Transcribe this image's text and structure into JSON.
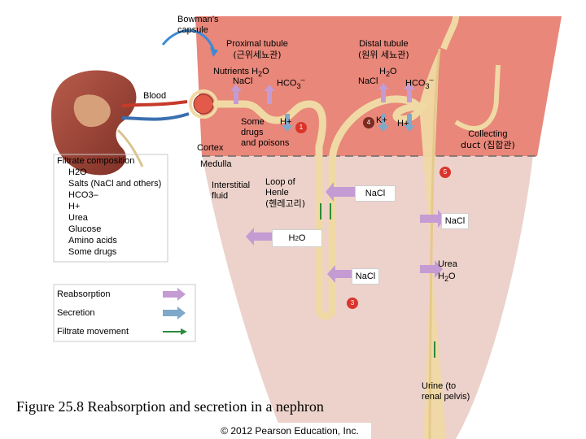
{
  "colors": {
    "cortex_fill": "#e8877a",
    "medulla_fill": "#ecd2ca",
    "tubule": "#f0d9a4",
    "reabsorption_arrow": "#c49bd3",
    "secretion_arrow": "#7fa8c9",
    "filtrate_arrow": "#2b8a3e",
    "badge": "#d9352b"
  },
  "labels": {
    "bowmans": [
      "Bowman’s",
      "capsule"
    ],
    "proximal": [
      "Proximal tubule",
      "(근위세뇨관)"
    ],
    "distal": [
      "Distal tubule",
      "(원위 세뇨관)"
    ],
    "nutrients": "Nutrients",
    "h2o_main": "H",
    "h2o_sub": "2",
    "h2o_o": "O",
    "nacl": "NaCl",
    "hco3_main": "HCO",
    "hco3_sub": "3",
    "hco3_sup": "–",
    "blood": "Blood",
    "cortex": "Cortex",
    "medulla": "Medulla",
    "some_drugs": [
      "Some",
      "drugs",
      "and poisons"
    ],
    "h_plus": "H+",
    "k_plus": "K+",
    "collecting": [
      "Collecting",
      "duct (집합관)"
    ],
    "interstitial": [
      "Interstitial",
      "fluid"
    ],
    "loop": [
      "Loop of",
      "Henle",
      "(헨레고리)"
    ],
    "urea": "Urea",
    "urine": [
      "Urine (to",
      "renal pelvis)"
    ]
  },
  "badges": [
    "1",
    "4",
    "5",
    "3"
  ],
  "filtrate": {
    "title": "Filtrate composition",
    "items": [
      "H2O",
      "Salts (NaCl and others)",
      "HCO3–",
      "H+",
      "Urea",
      "Glucose",
      "Amino acids",
      "Some drugs"
    ]
  },
  "legend": {
    "reabsorption": "Reabsorption",
    "secretion": "Secretion",
    "filtrate_movement": "Filtrate movement"
  },
  "caption": "Figure 25.8 Reabsorption and secretion in a nephron",
  "copyright": "© 2012 Pearson Education, Inc."
}
